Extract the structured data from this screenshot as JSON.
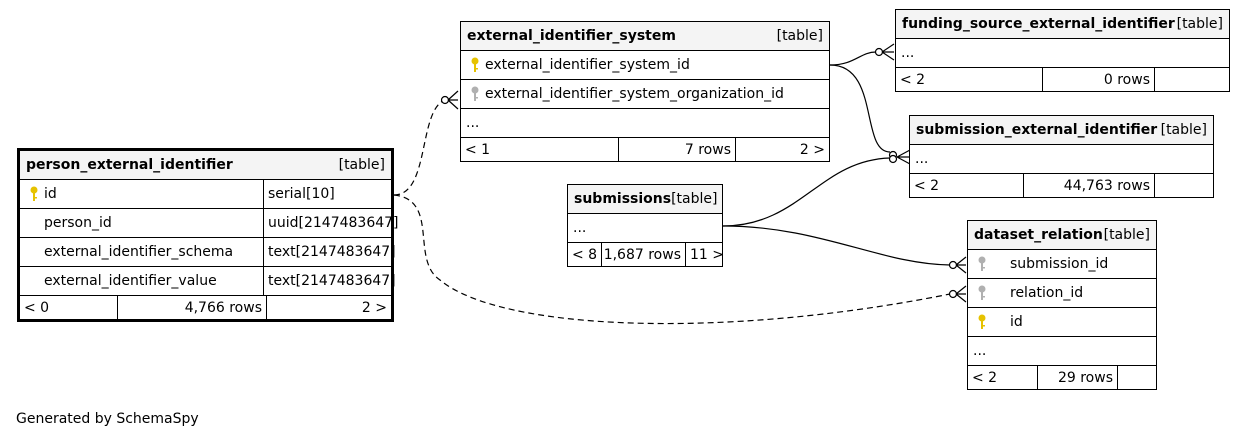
{
  "tables": {
    "person_external_identifier": {
      "name": "person_external_identifier",
      "tag": "[table]",
      "columns": [
        {
          "name": "id",
          "type": "serial[10]",
          "key": "primary"
        },
        {
          "name": "person_id",
          "type": "uuid[2147483647]",
          "key": "none"
        },
        {
          "name": "external_identifier_schema",
          "type": "text[2147483647]",
          "key": "none"
        },
        {
          "name": "external_identifier_value",
          "type": "text[2147483647]",
          "key": "none"
        }
      ],
      "footer": {
        "left": "< 0",
        "rows": "4,766 rows",
        "right": "2 >"
      }
    },
    "external_identifier_system": {
      "name": "external_identifier_system",
      "tag": "[table]",
      "columns": [
        {
          "name": "external_identifier_system_id",
          "key": "primary"
        },
        {
          "name": "external_identifier_system_organization_id",
          "key": "foreign"
        }
      ],
      "more": "...",
      "footer": {
        "left": "< 1",
        "rows": "7 rows",
        "right": "2 >"
      }
    },
    "funding_source_external_identifier": {
      "name": "funding_source_external_identifier",
      "tag": "[table]",
      "more": "...",
      "footer": {
        "left": "< 2",
        "rows": "0 rows",
        "right": ""
      }
    },
    "submission_external_identifier": {
      "name": "submission_external_identifier",
      "tag": "[table]",
      "more": "...",
      "footer": {
        "left": "< 2",
        "rows": "44,763 rows",
        "right": ""
      }
    },
    "submissions": {
      "name": "submissions",
      "tag": "[table]",
      "more": "...",
      "footer": {
        "left": "< 8",
        "rows": "1,687 rows",
        "right": "11 >"
      }
    },
    "dataset_relation": {
      "name": "dataset_relation",
      "tag": "[table]",
      "columns": [
        {
          "name": "submission_id",
          "key": "foreign"
        },
        {
          "name": "relation_id",
          "key": "foreign"
        },
        {
          "name": "id",
          "key": "primary"
        }
      ],
      "more": "...",
      "footer": {
        "left": "< 2",
        "rows": "29 rows",
        "right": ""
      }
    }
  },
  "colors": {
    "primary_key": "#e6c200",
    "foreign_key": "#b0b0b0",
    "header_bg": "#f4f4f4"
  },
  "credit": "Generated by SchemaSpy"
}
